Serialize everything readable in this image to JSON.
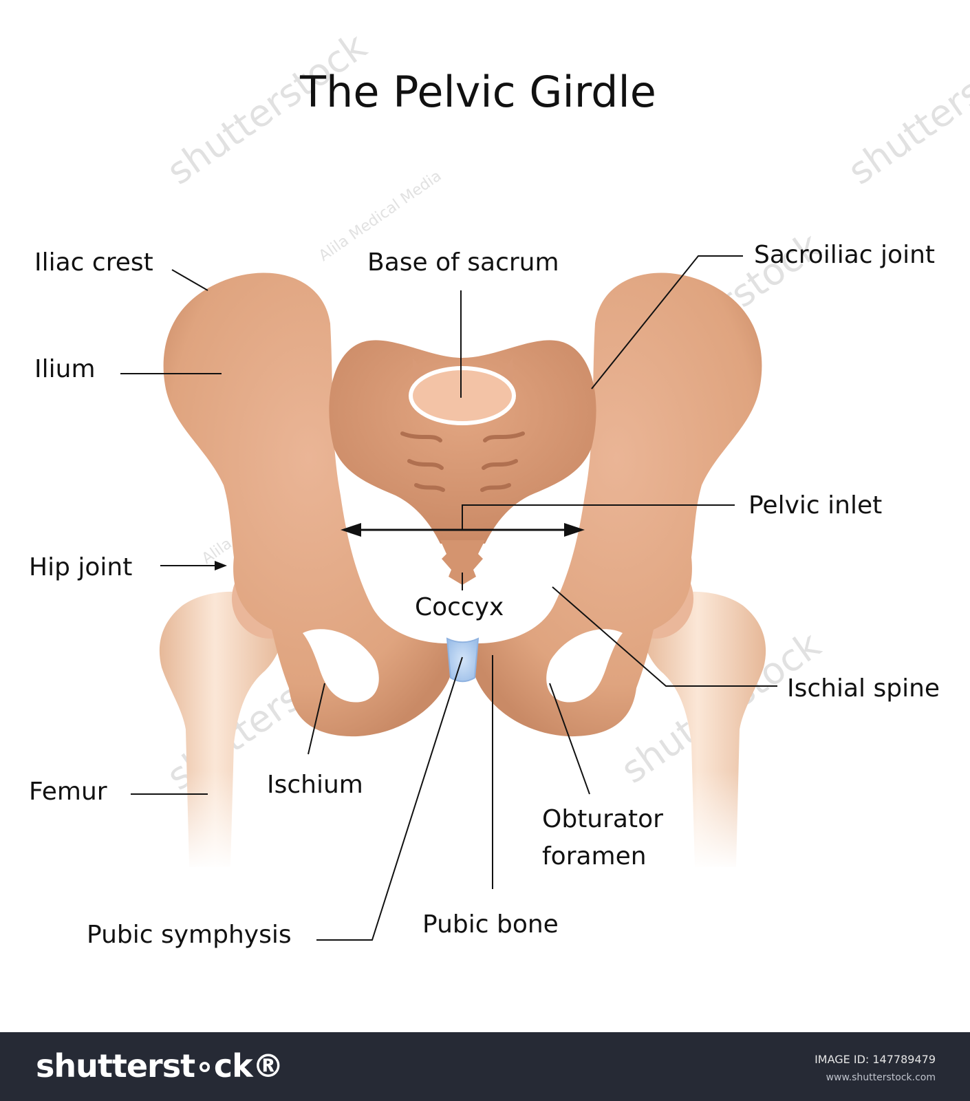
{
  "title": "The Pelvic Girdle",
  "labels": {
    "iliac_crest": "Iliac crest",
    "base_of_sacrum": "Base of sacrum",
    "sacroiliac_joint": "Sacroiliac joint",
    "ilium": "Ilium",
    "pelvic_inlet": "Pelvic inlet",
    "hip_joint": "Hip joint",
    "coccyx": "Coccyx",
    "ischial_spine": "Ischial spine",
    "femur": "Femur",
    "ischium": "Ischium",
    "obturator_foramen_line1": "Obturator",
    "obturator_foramen_line2": "foramen",
    "pubic_symphysis": "Pubic symphysis",
    "pubic_bone": "Pubic bone"
  },
  "watermark": {
    "brand": "shutterstock",
    "credit": "Alila Medical Media"
  },
  "footer": {
    "logo": "shutterst∘ck®",
    "image_id_label": "IMAGE ID:",
    "image_id": "147789479",
    "url": "www.shutterstock.com"
  },
  "colors": {
    "bone": "#e0a783",
    "bone_light": "#f2c9ad",
    "bone_dark": "#c98a66",
    "cartilage": "#aacaf0",
    "femur": "#f1d2ba",
    "footer_bg": "#262a35"
  }
}
